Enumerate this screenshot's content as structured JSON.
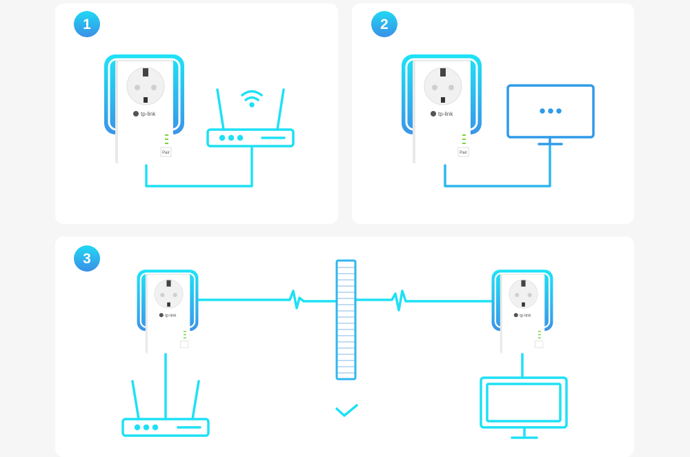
{
  "steps": [
    {
      "number": "1",
      "description_items": [
        "powerline-adapter",
        "router"
      ]
    },
    {
      "number": "2",
      "description_items": [
        "powerline-adapter",
        "monitor"
      ]
    },
    {
      "number": "3",
      "description_items": [
        "powerline-adapter",
        "wall",
        "powerline-adapter",
        "router",
        "monitor"
      ]
    }
  ],
  "device": {
    "brand": "tp-link",
    "pair_label": "Pair"
  },
  "colors": {
    "cyan": "#1ee0f5",
    "blue": "#2f9ae8",
    "background": "#f6f6f6",
    "panel": "#ffffff"
  }
}
